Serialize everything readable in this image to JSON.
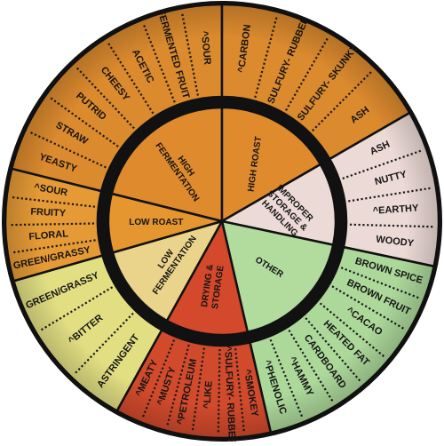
{
  "wheel": {
    "inner_segments": [
      {
        "id": "high-fermentation",
        "label_lines": [
          "HIGH",
          "FERMENTATION"
        ],
        "color": "#df8a2d"
      },
      {
        "id": "high-roast",
        "label_lines": [
          "HIGH ROAST"
        ],
        "color": "#df8a2d"
      },
      {
        "id": "improper-storage",
        "label_lines": [
          "IMPROPER",
          "STORAGE &",
          "HANDLING"
        ],
        "color": "#ecdad6"
      },
      {
        "id": "other",
        "label_lines": [
          "OTHER"
        ],
        "color": "#b1dc9e"
      },
      {
        "id": "drying-storage",
        "label_lines": [
          "DRYING &",
          "STORAGE"
        ],
        "color": "#d4482c"
      },
      {
        "id": "low-fermentation",
        "label_lines": [
          "LOW",
          "FERMENTATION"
        ],
        "color": "#ead38a"
      },
      {
        "id": "low-roast",
        "label_lines": [
          "LOW ROAST"
        ],
        "color": "#e5962f"
      }
    ],
    "outer_groups": [
      {
        "id": "high-fermentation",
        "color": "#db8a2e",
        "items": [
          "YEASTY",
          "STRAW",
          "PUTRID",
          "CHEESY",
          "ACETIC",
          "FERMENTED FRUIT",
          "^SOUR"
        ]
      },
      {
        "id": "high-roast",
        "color": "#db8a2e",
        "items": [
          "^CARBON",
          "SULFURY- RUBBER",
          "SULFURY- SKUNKY",
          "ASH"
        ]
      },
      {
        "id": "improper-storage",
        "color": "#ecdad6",
        "items": [
          "ASH",
          "NUTTY",
          "^EARTHY",
          "WOODY"
        ]
      },
      {
        "id": "other",
        "color": "#acd89a",
        "items": [
          "BROWN SPICE",
          "BROWN FRUIT",
          "^CACAO",
          "HEATED FAT",
          "CARDBOARD",
          "^HAMMY",
          "^PHENOLIC"
        ]
      },
      {
        "id": "drying-storage",
        "color": "#d14a2c",
        "items": [
          "^SMOKEY",
          "^SULFURY- RUBBER",
          "^LIKE",
          "^PETROLEUM",
          "^MUSTY",
          "^MEATY"
        ]
      },
      {
        "id": "low-fermentation",
        "color": "#e2df83",
        "items": [
          "ASTRINGENT",
          "^BITTER",
          "GREEN/GRASSY"
        ]
      },
      {
        "id": "low-roast",
        "color": "#e59a35",
        "items": [
          "GREEN/GRASSY",
          "FLORAL",
          "FRUITY",
          "^SOUR"
        ]
      }
    ]
  }
}
